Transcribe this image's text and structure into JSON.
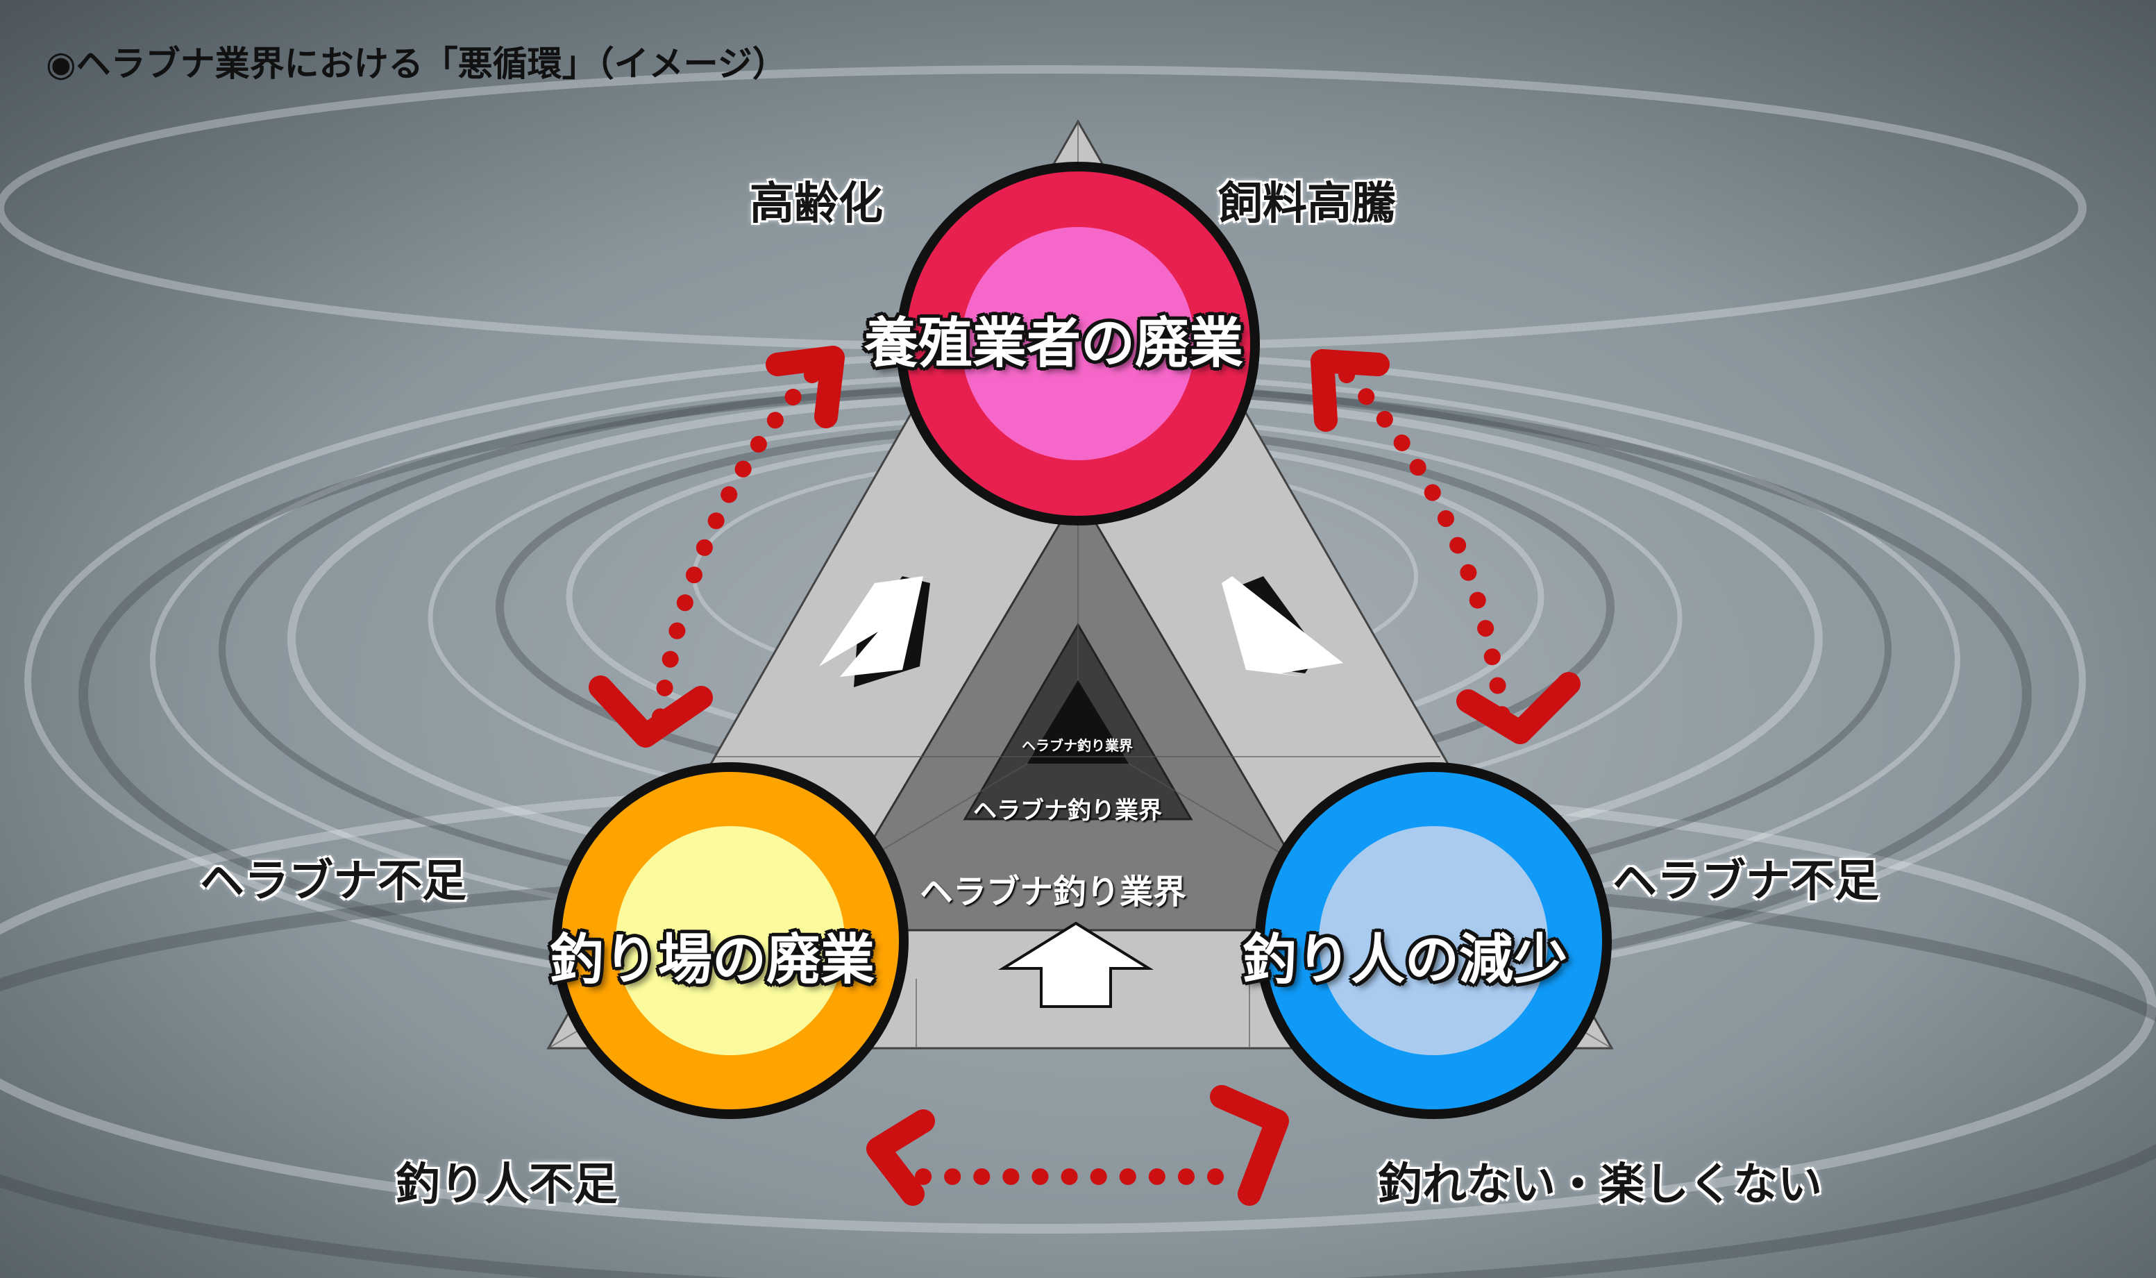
{
  "title": "◉ヘラブナ業界における「悪循環」（イメージ）",
  "nodes": {
    "top": "養殖業者の廃業",
    "left": "釣り場の廃業",
    "right": "釣り人の減少"
  },
  "causes": {
    "top_left": "高齢化",
    "top_right": "飼料高騰",
    "left": "ヘラブナ不足",
    "right": "ヘラブナ不足",
    "bottom_left": "釣り人不足",
    "bottom_right": "釣れない・楽しくない"
  },
  "pyramid_layers": [
    "ヘラブナ釣り業界",
    "ヘラブナ釣り業界",
    "ヘラブナ釣り業界"
  ],
  "colors": {
    "top_outer": "#e8204f",
    "top_inner": "#f567c8",
    "left_outer": "#ffa300",
    "left_inner": "#fbfb9d",
    "right_outer": "#0f9af7",
    "right_inner": "#a9cbf0",
    "arrow": "#cc0f10",
    "water": "#8a959c"
  }
}
